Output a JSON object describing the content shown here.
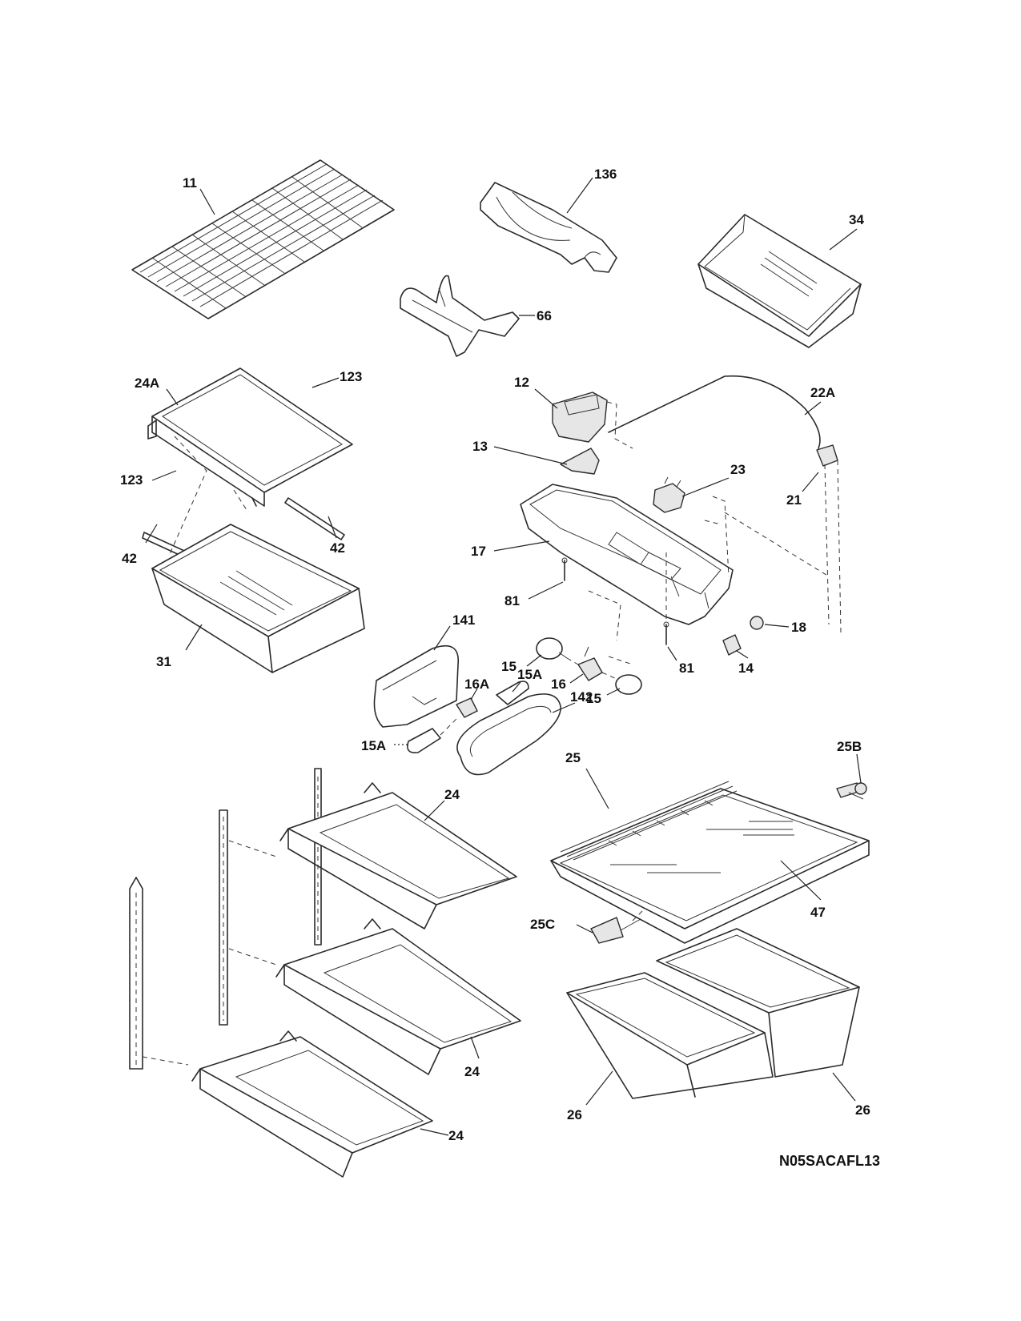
{
  "diagram_code": "N05SACAFL13",
  "callouts": {
    "c11": "11",
    "c136": "136",
    "c34": "34",
    "c66": "66",
    "c24a": "24A",
    "c123a": "123",
    "c123b": "123",
    "c12": "12",
    "c22a": "22A",
    "c13": "13",
    "c23": "23",
    "c21": "21",
    "c42a": "42",
    "c42b": "42",
    "c17": "17",
    "c81a": "81",
    "c81b": "81",
    "c18": "18",
    "c31": "31",
    "c141": "141",
    "c15a": "15",
    "c15b": "15",
    "c16": "16",
    "c14": "14",
    "c16a": "16A",
    "c15a1": "15A",
    "c15a2": "15A",
    "c142": "142",
    "c25": "25",
    "c25b": "25B",
    "c24a1": "24",
    "c24a2": "24",
    "c24a3": "24",
    "c47": "47",
    "c25c": "25C",
    "c26a": "26",
    "c26b": "26"
  }
}
